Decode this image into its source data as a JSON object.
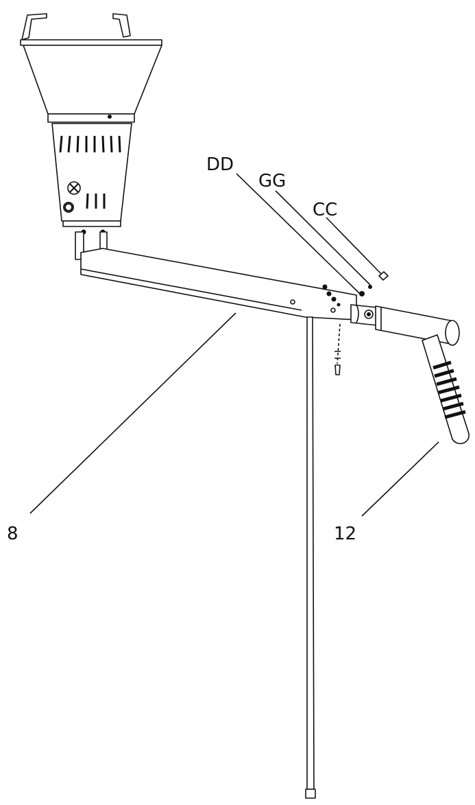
{
  "labels": {
    "dd": "DD",
    "gg": "GG",
    "cc": "CC",
    "part_8": "8",
    "part_12": "12"
  },
  "colors": {
    "line": "#111111",
    "fill": "#ffffff",
    "dark": "#222222"
  }
}
